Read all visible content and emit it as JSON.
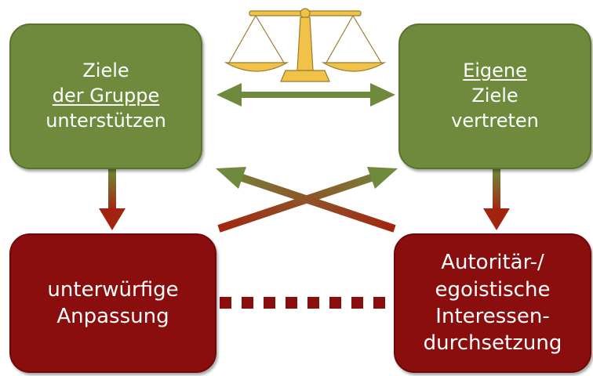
{
  "boxes": {
    "goals_group": {
      "lines": [
        "Ziele",
        "der Gruppe",
        "unterstützen"
      ]
    },
    "own_goals": {
      "lines": [
        "Eigene",
        "Ziele",
        "vertreten"
      ]
    },
    "submissive": {
      "lines": [
        "unterwürfige",
        "Anpassung"
      ]
    },
    "authoritarian": {
      "lines": [
        "Autoritär-/",
        "egoistische",
        "Interessen-",
        "durchsetzung"
      ]
    }
  },
  "colors": {
    "green_box": "#6f8a3c",
    "red_box": "#8a0e0e",
    "arrow_green": "#6f8a3c",
    "arrow_red": "#a0200f",
    "scale_gold": "#f0c24a"
  },
  "icons": {
    "balance": "balance-scale-icon"
  }
}
